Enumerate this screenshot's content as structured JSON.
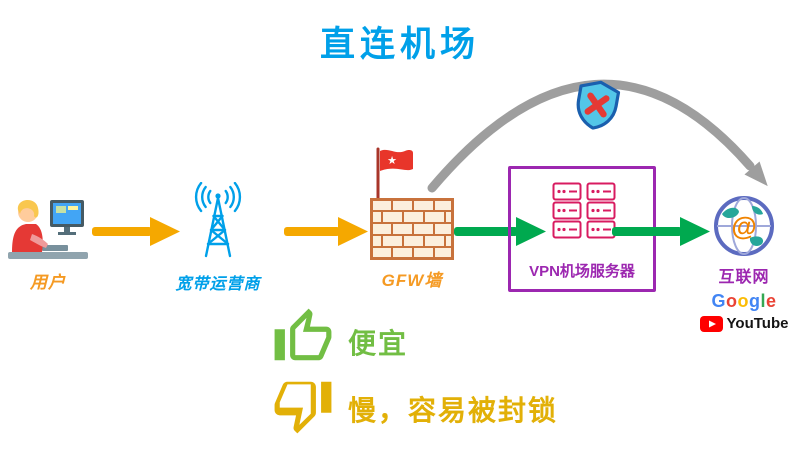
{
  "title": "直连机场",
  "nodes": {
    "user": {
      "label": "用户"
    },
    "isp": {
      "label": "宽带运营商"
    },
    "gfw": {
      "label": "GFW墙"
    },
    "vpn_box": {
      "label": "VPN机场服务器"
    },
    "internet": {
      "label": "互联网",
      "symbol": "@"
    }
  },
  "brands": {
    "google": {
      "name": "Google",
      "letters": [
        {
          "ch": "G",
          "color": "#4285F4"
        },
        {
          "ch": "o",
          "color": "#EA4335"
        },
        {
          "ch": "o",
          "color": "#FBBC05"
        },
        {
          "ch": "g",
          "color": "#4285F4"
        },
        {
          "ch": "l",
          "color": "#34A853"
        },
        {
          "ch": "e",
          "color": "#EA4335"
        }
      ]
    },
    "youtube": {
      "name": "YouTube"
    }
  },
  "verdict": {
    "pro": "便宜",
    "con": "慢，容易被封锁"
  },
  "icons": {
    "user": "person-at-computer",
    "isp": "radio-tower",
    "gfw": "brick-wall-with-red-flag",
    "vpn": "server-racks",
    "internet": "globe-with-at-sign",
    "blocked": "shield-with-x",
    "pro": "thumbs-up",
    "con": "thumbs-down",
    "youtube": "play-button",
    "star_glyph": "★"
  },
  "colors": {
    "title_blue": "#00A0E9",
    "arrow_orange": "#F5A800",
    "arrow_green": "#00A94F",
    "arrow_gray": "#9E9E9E",
    "box_purple": "#9C27B0",
    "label_orange": "#F59A23",
    "label_blue": "#00A0E9",
    "label_purple": "#9C27B0",
    "pro_green": "#72BE44",
    "con_yellow": "#E2B007",
    "brick_orange": "#C8723C",
    "flag_red": "#E8352A",
    "server_magenta": "#D81B60",
    "shield_fill": "#53C6E8",
    "shield_border": "#1A5FAE",
    "shield_x": "#E53935",
    "globe_blue": "#5C6BC0",
    "youtube_red": "#FF0000"
  }
}
